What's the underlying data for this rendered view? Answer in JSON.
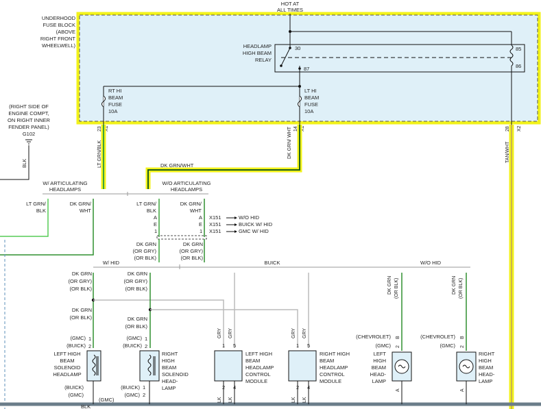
{
  "colors": {
    "fuse_block_fill": "#dff0f8",
    "fuse_block_border": "#555555",
    "highlight": "#f2f21a",
    "wire_green": "#3aa33a",
    "wire_lt_green": "#55cc55",
    "wire_gray": "#bbbbbb",
    "wire_dark": "#111111",
    "wire_blue_dashed": "#5b8fb9",
    "component_fill": "#dff0f8"
  },
  "texts": {
    "hot_at_all_times": [
      "HOT AT",
      "ALL TIMES"
    ],
    "fuse_block_label": [
      "UNDERHOOD",
      "FUSE BLOCK",
      "(ABOVE",
      "RIGHT FRONT",
      "WHEELWELL)"
    ],
    "relay_label": [
      "HEADLAMP",
      "HIGH BEAM",
      "RELAY"
    ],
    "relay_pin_30": "30",
    "relay_pin_87": "87",
    "relay_pin_85": "85",
    "relay_pin_86": "86",
    "rt_fuse_label": [
      "RT HI",
      "BEAM",
      "FUSE",
      "10A"
    ],
    "lt_fuse_label": [
      "LT HI",
      "BEAM",
      "FUSE",
      "10A"
    ],
    "ground_note": [
      "(RIGHT SIDE OF",
      "ENGINE COMPT,",
      "ON RIGHT INNER",
      "FENDER PANEL)",
      "G102"
    ],
    "blk": "BLK",
    "conn_x1_23": "23",
    "conn_x1_label": "X1",
    "conn_x1_14": "14",
    "conn_x2_28": "28",
    "conn_x2_label": "X2",
    "wire_lt_grn_blk": "LT GRN/BLK",
    "wire_dk_grn_wht_v": "DK GRN/ WHT",
    "wire_tan_wht": "TAN/WHT",
    "wire_dk_grn_wht_h": "DK GRN/WHT",
    "articulating": [
      "W/ ARTICULATING",
      "HEADLAMPS"
    ],
    "wo_articulating": [
      "W/O ARTICULATING",
      "HEADLAMPS"
    ],
    "lt_grn_blk_left": [
      "LT GRN/",
      "BLK"
    ],
    "dk_grn_wht_left": [
      "DK GRN/",
      "WHT"
    ],
    "lt_grn_blk_mid": [
      "LT GRN/",
      "BLK"
    ],
    "dk_grn_wht_mid": [
      "DK GRN/",
      "WHT"
    ],
    "x151_pins_left": [
      "A",
      "E",
      "1"
    ],
    "x151_pins_right": [
      "A",
      "E",
      "1"
    ],
    "x151": [
      "X151",
      "X151",
      "X151"
    ],
    "x151_notes": [
      "W/O HID",
      "BUICK W/ HID",
      "GMC W/ HID"
    ],
    "dk_grn_or_gry_a": [
      "DK GRN",
      "(OR GRY)",
      "(OR BLK)"
    ],
    "dk_grn_or_gry_b": [
      "DK GRN",
      "(OR GRY)",
      "(OR BLK)"
    ],
    "bus_w_hid": "W/ HID",
    "bus_buick": "BUICK",
    "bus_wo_hid": "W/O HID",
    "col1_wire": [
      "DK GRN",
      "(OR GRY)",
      "(OR BLK)"
    ],
    "col2_wire": [
      "DK GRN",
      "(OR GRY)",
      "(OR BLK)"
    ],
    "col1_wire2": [
      "DK GRN",
      "(OR BLK)"
    ],
    "col2_wire2": [
      "DK GRN",
      "(OR BLK)"
    ],
    "gmc_buick": [
      "(GMC)",
      "(BUICK)"
    ],
    "gmc_buick2": [
      "(GMC)",
      "(BUICK)"
    ],
    "pin_1": "1",
    "pin_2": "2",
    "pin_1b": "1",
    "pin_2b": "2",
    "left_solenoid": [
      "LEFT HIGH",
      "BEAM",
      "SOLENOID",
      "HEADLAMP"
    ],
    "right_solenoid": [
      "RIGHT",
      "HIGH",
      "BEAM",
      "SOLENOID",
      "HEAD-",
      "LAMP"
    ],
    "gry": "GRY",
    "gry_pin_1": "1",
    "gry_pin_5": "5",
    "gry_pin_1b": "1",
    "gry_pin_5b": "5",
    "left_module": [
      "LEFT HIGH",
      "BEAM",
      "HEADLAMP",
      "CONTROL",
      "MODULE"
    ],
    "right_module": [
      "RIGHT HIGH",
      "BEAM",
      "HEADLAMP",
      "CONTROL",
      "MODULE"
    ],
    "dk_grn_or_blk_l": "DK GRN",
    "dk_grn_or_blk_l2": "(OR BLK)",
    "dk_grn_or_blk_r": "DK GRN",
    "dk_grn_or_blk_r2": "(OR BLK)",
    "chevrolet_gmc_l": [
      "(CHEVROLET)",
      "(GMC)"
    ],
    "chevrolet_gmc_r": [
      "(CHEVROLET)",
      "(GMC)"
    ],
    "pin_b": "B",
    "pin_2c": "2",
    "pin_b2": "B",
    "pin_2d": "2",
    "left_hb_lamp": [
      "LEFT",
      "HIGH",
      "BEAM",
      "HEAD-",
      "LAMP"
    ],
    "right_hb_lamp": [
      "RIGHT",
      "HIGH",
      "BEAM",
      "HEAD-",
      "LAMP"
    ],
    "pin_a": "A",
    "pin_a2": "A",
    "bottom_buick_gmc_l": [
      "(BUICK)",
      "(GMC)"
    ],
    "bottom_buick_gmc_r": [
      "(BUICK)",
      "(GMC)"
    ],
    "bottom_gmc": "(GMC)",
    "bottom_blk": "BLK",
    "lk": "LK",
    "pin_2e": "2",
    "pin_4": "4",
    "pin_2f": "2",
    "pin_4b": "4"
  }
}
